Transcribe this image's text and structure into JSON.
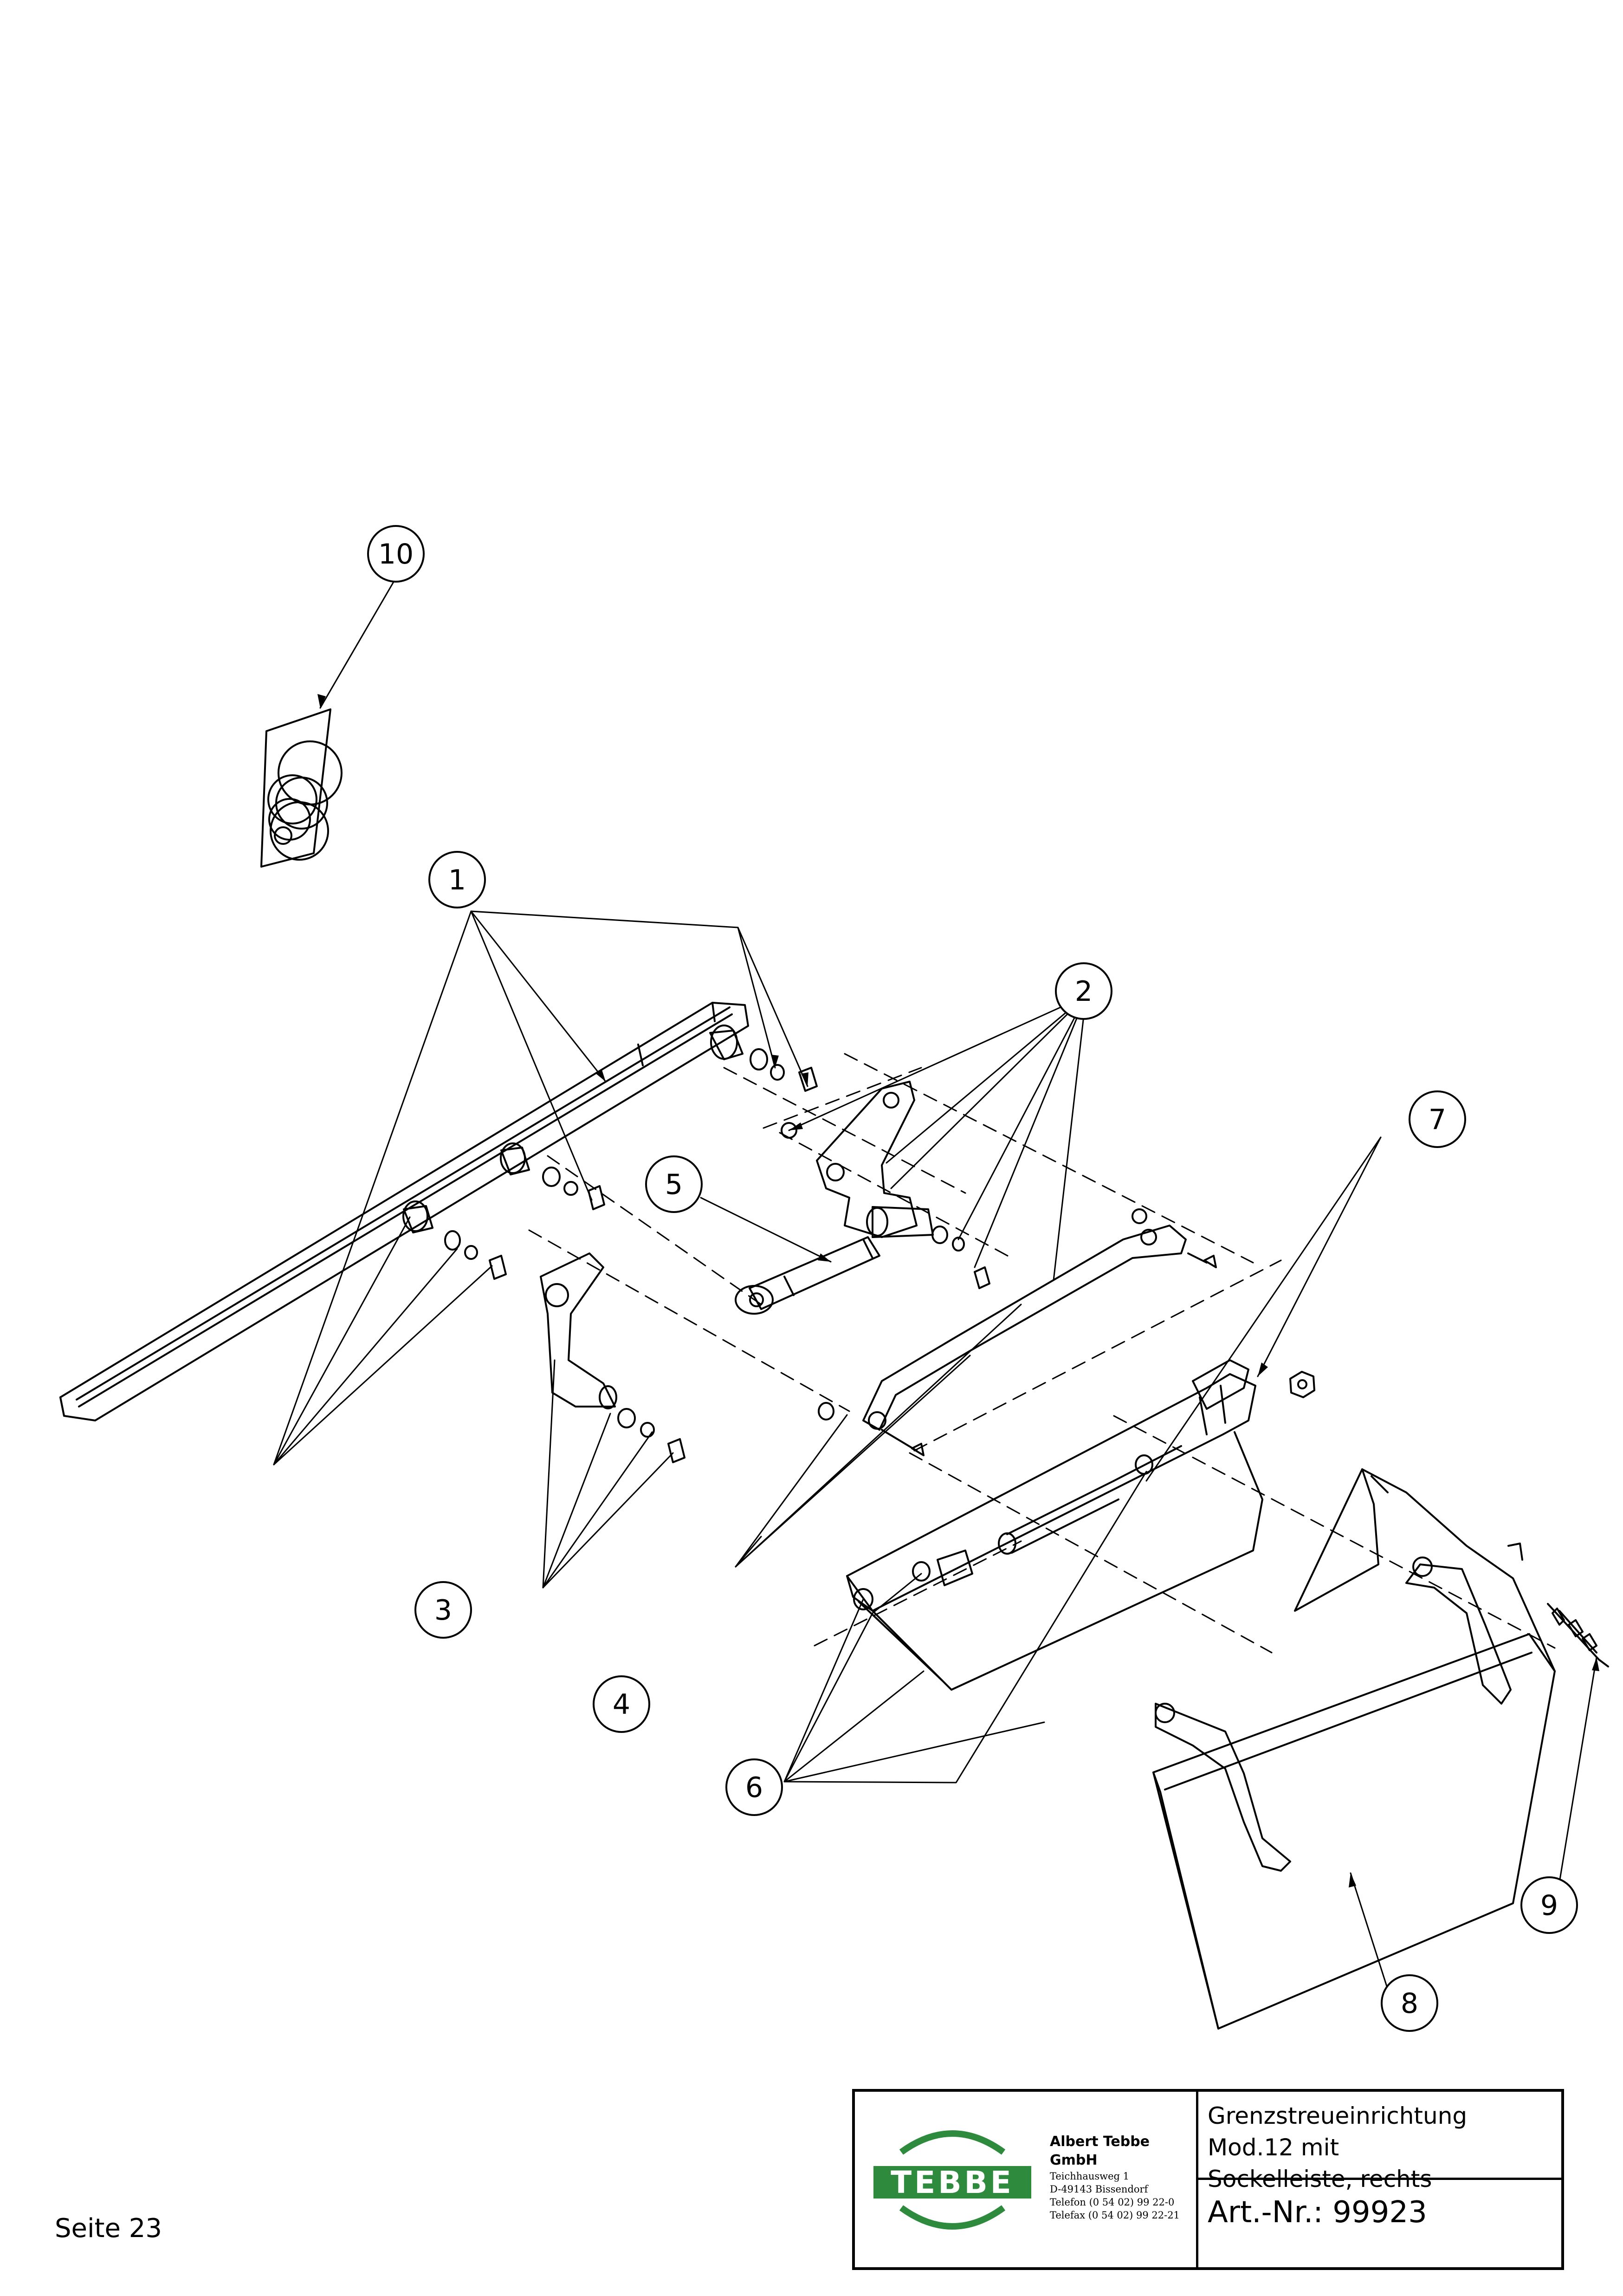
{
  "callouts": [
    "1",
    "2",
    "3",
    "4",
    "5",
    "6",
    "7",
    "8",
    "9",
    "10"
  ],
  "title_block": {
    "company_name": "Albert Tebbe GmbH",
    "address_lines": [
      "Teichhausweg 1",
      "D-49143 Bissendorf",
      "Telefon (0 54 02) 99 22-0",
      "Telefax (0 54 02) 99 22-21"
    ],
    "title_line1": "Grenzstreueinrichtung Mod.12 mit",
    "title_line2": "Sockelleiste, rechts",
    "article_number": "Art.-Nr.: 99923",
    "logo_text": "TEBBE"
  },
  "page_label": "Seite 23",
  "colors": {
    "logo_green": "#2e8b3e",
    "line": "#000000"
  }
}
